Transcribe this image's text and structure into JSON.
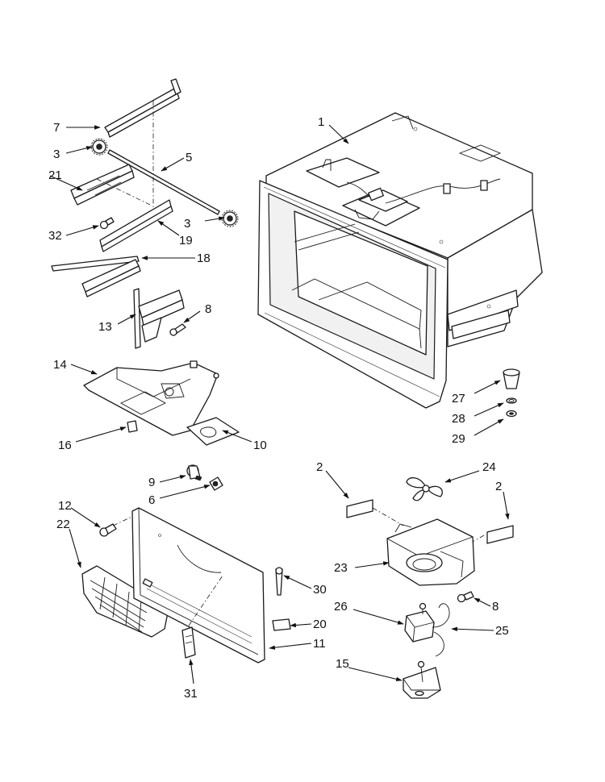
{
  "callouts": {
    "c1": "1",
    "c2a": "2",
    "c2b": "2",
    "c3a": "3",
    "c3b": "3",
    "c5": "5",
    "c6": "6",
    "c7": "7",
    "c8a": "8",
    "c8b": "8",
    "c9": "9",
    "c10": "10",
    "c11": "11",
    "c12": "12",
    "c13": "13",
    "c14": "14",
    "c15": "15",
    "c16": "16",
    "c18": "18",
    "c19": "19",
    "c20": "20",
    "c21": "21",
    "c22": "22",
    "c23": "23",
    "c24": "24",
    "c25": "25",
    "c26": "26",
    "c27": "27",
    "c28": "28",
    "c29": "29",
    "c30": "30",
    "c31": "31",
    "c32": "32"
  }
}
